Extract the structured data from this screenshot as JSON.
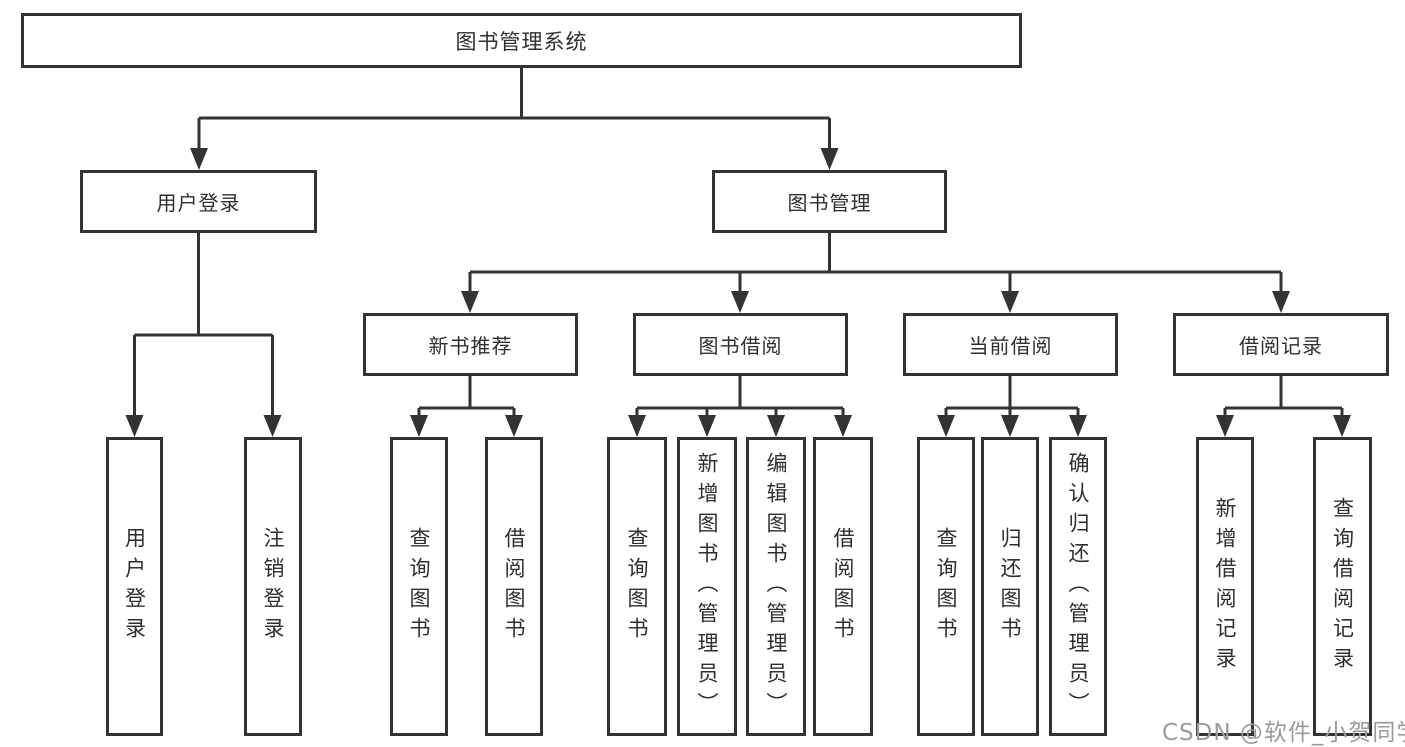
{
  "tree": {
    "root": "图书管理系统",
    "level2": [
      "用户登录",
      "图书管理"
    ],
    "level3": [
      "新书推荐",
      "图书借阅",
      "当前借阅",
      "借阅记录"
    ],
    "leaves": {
      "user_login": [
        "用户登录",
        "注销登录"
      ],
      "new_book_rec": [
        "查询图书",
        "借阅图书"
      ],
      "book_borrow": [
        "查询图书",
        "新增图书（管理员）",
        "编辑图书（管理员）",
        "借阅图书"
      ],
      "current_borrow": [
        "查询图书",
        "归还图书",
        "确认归还（管理员）"
      ],
      "borrow_records": [
        "新增借阅记录",
        "查询借阅记录"
      ]
    }
  },
  "watermark": "CSDN @软件_小贺同学",
  "colors": {
    "line": "#333333",
    "text": "#2f2f2f",
    "watermark": "#9b9b9b",
    "background": "#ffffff"
  }
}
